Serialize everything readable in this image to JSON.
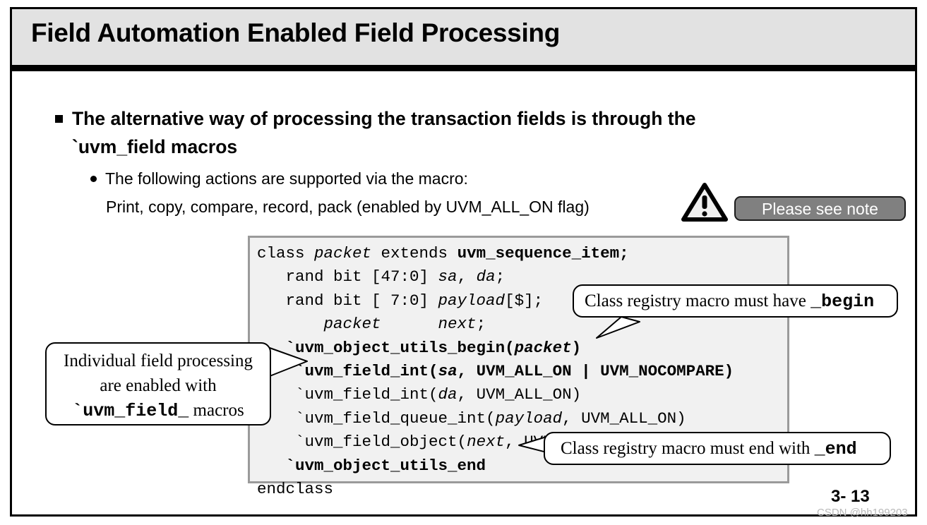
{
  "slide": {
    "title": "Field Automation Enabled Field Processing",
    "page_number": "3- 13",
    "watermark": "CSDN @hh199203"
  },
  "bullets": {
    "level1_line1": "The alternative way of processing the transaction fields is through the",
    "level1_line2": "`uvm_field macros",
    "level2": "The following actions are supported via the macro:",
    "level3": "Print, copy, compare, record, pack (enabled by UVM_ALL_ON flag)"
  },
  "note_badge": {
    "label": "Please see note",
    "bg_color": "#808080",
    "text_color": "#ffffff"
  },
  "warning_icon": {
    "name": "warning-triangle-icon",
    "glyph": "!"
  },
  "code": {
    "lines": [
      "class packet extends uvm_sequence_item;",
      "   rand bit [47:0] sa, da;",
      "   rand bit [ 7:0] payload[$];",
      "       packet      next;",
      "   `uvm_object_utils_begin(packet)",
      "    `uvm_field_int(sa, UVM_ALL_ON | UVM_NOCOMPARE)",
      "    `uvm_field_int(da, UVM_ALL_ON)",
      "    `uvm_field_queue_int(payload, UVM_ALL_ON)",
      "    `uvm_field_object(next, UVM_ALL_ON)",
      "   `uvm_object_utils_end",
      "endclass"
    ],
    "bg_color": "#f1f1f1",
    "border_color": "#9a9a9a"
  },
  "callouts": {
    "begin": {
      "text_plain": "Class registry macro must have ",
      "text_mono": "_begin"
    },
    "end": {
      "text_plain": "Class registry macro must end with ",
      "text_mono": "_end"
    },
    "left": {
      "line1": "Individual field processing",
      "line2": "are enabled with",
      "line3_mono": "`uvm_field_",
      "line3_plain": " macros"
    }
  }
}
